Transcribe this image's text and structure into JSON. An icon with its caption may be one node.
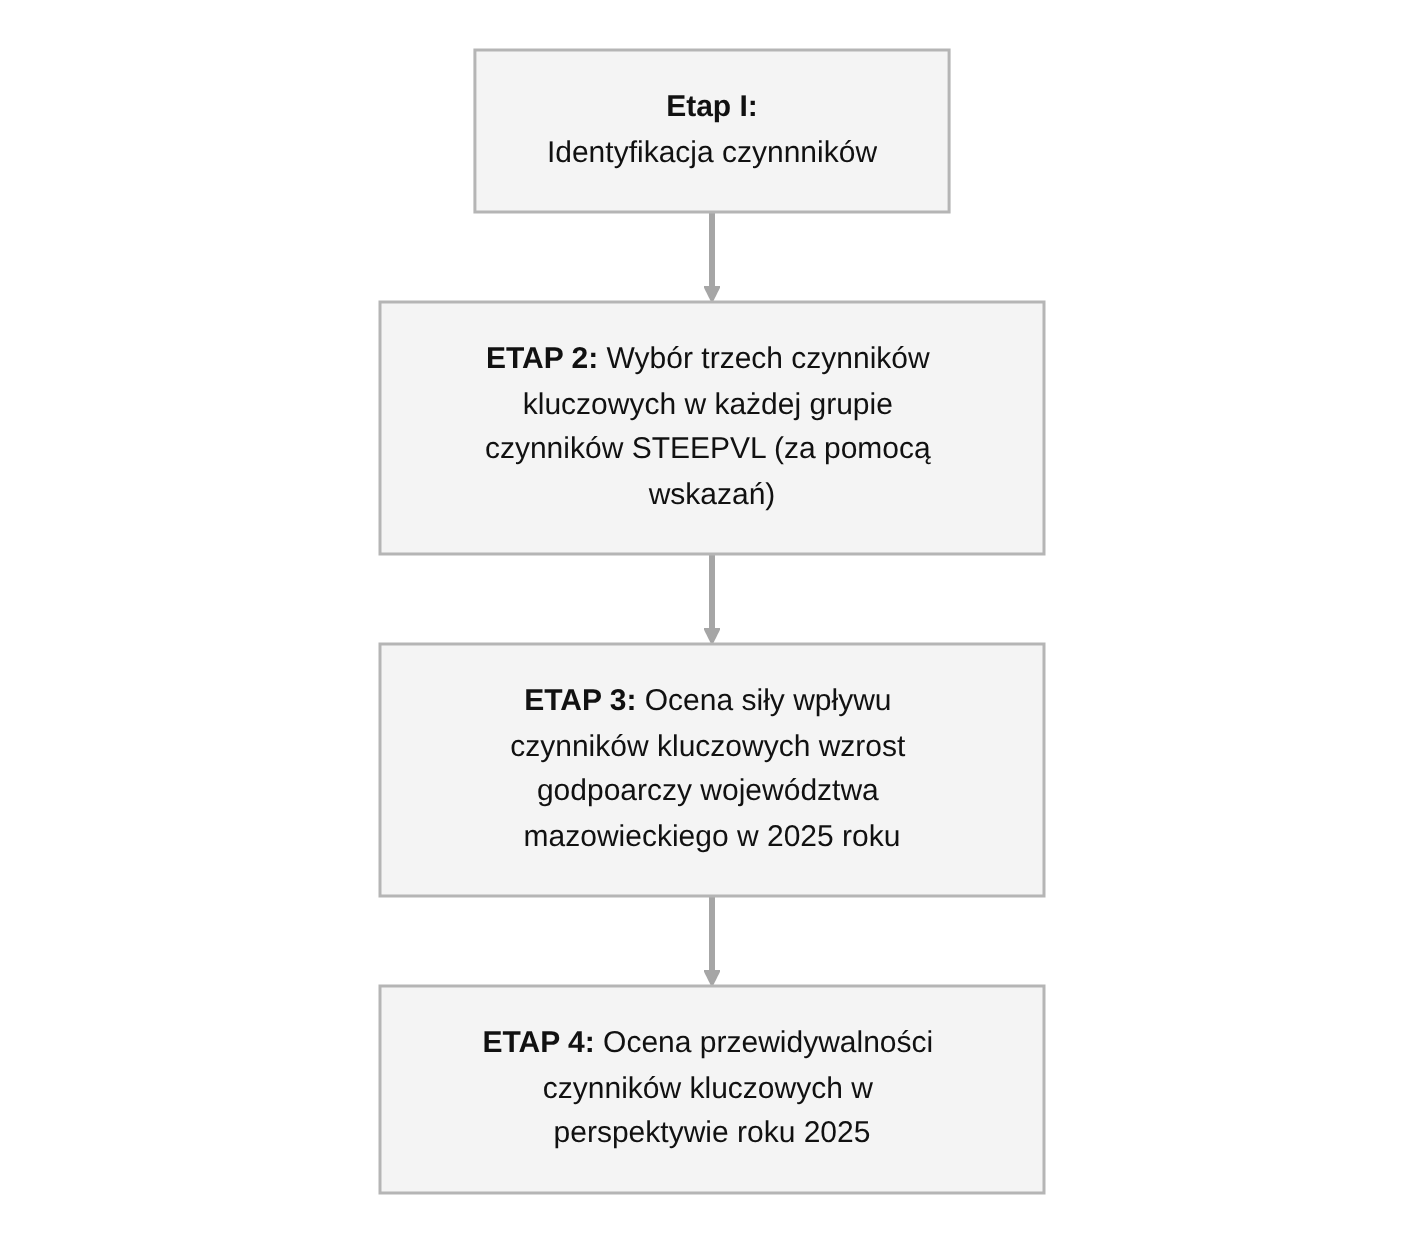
{
  "diagram": {
    "nodes": [
      {
        "text": [
          "Etap I:",
          "Identyfikacja czynnników"
        ]
      },
      {
        "text": [
          "ETAP 2:",
          "Wybór trzech czynników kluczowych w każdej grupie czynników STEEPVL (za pomocą wskazań)"
        ]
      },
      {
        "text": [
          "ETAP 3:",
          "Ocena siły wpływu czynników kluczowych wzrost godpoarczy województwa mazowieckiego w 2025 roku"
        ]
      },
      {
        "text": [
          "ETAP 4:",
          "Ocena przewidywalności czynników kluczowych w perspektywie roku 2025"
        ]
      }
    ],
    "edges": [
      {
        "from": 0,
        "to": 1,
        "arrow": "to"
      },
      {
        "from": 1,
        "to": 2,
        "arrow": "to"
      },
      {
        "from": 2,
        "to": 3,
        "arrow": "to"
      }
    ]
  }
}
